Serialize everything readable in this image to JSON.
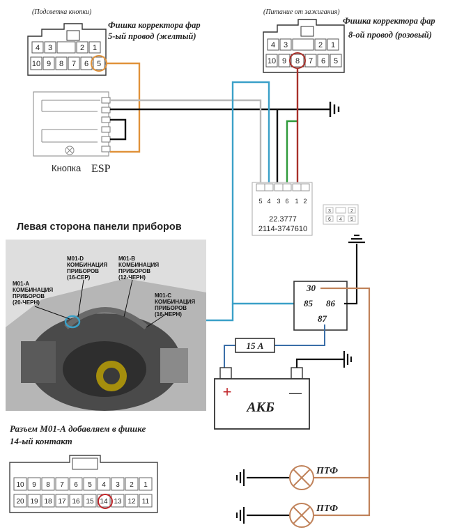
{
  "labels": {
    "button_backlight": "(Подсветка кнопки)",
    "corrector_left_title": "Фишка корректора фар",
    "corrector_left_wire": "5-ый провод (желтый)",
    "ignition_power": "(Питание от зажигания)",
    "corrector_right_title": "Фишка корректора фар",
    "corrector_right_wire": "8-ой провод (розовый)",
    "button_label": "Кнопка",
    "button_esp": "ESP",
    "relay_part_1": "22.3777",
    "relay_part_2": "2114-3747610",
    "panel_title": "Левая сторона панели приборов",
    "fuse": "15 А",
    "battery": "АКБ",
    "fog_lamp_1": "ПТФ",
    "fog_lamp_2": "ПТФ",
    "bottom_note_1": "Разъем М01-А добавляем в фишке",
    "bottom_note_2": "14-ый контакт"
  },
  "photo_callouts": [
    {
      "id": "m01a",
      "lines": [
        "М01-А",
        "КОМБИНАЦИЯ",
        "ПРИБОРОВ",
        "(20-ЧЕРН)"
      ]
    },
    {
      "id": "m01d",
      "lines": [
        "М01-D",
        "КОМБИНАЦИЯ",
        "ПРИБОРОВ",
        "(16-СЕР)"
      ]
    },
    {
      "id": "m01b",
      "lines": [
        "М01-В",
        "КОМБИНАЦИЯ",
        "ПРИБОРОВ",
        "(12-ЧЕРН)"
      ]
    },
    {
      "id": "m01c",
      "lines": [
        "М01-С",
        "КОМБИНАЦИЯ",
        "ПРИБОРОВ",
        "(16-ЧЕРН)"
      ]
    }
  ],
  "connector_left": {
    "top_row": [
      "4",
      "3",
      "",
      "2",
      "1"
    ],
    "bottom_row": [
      "10",
      "9",
      "8",
      "7",
      "6",
      "5"
    ]
  },
  "connector_right": {
    "top_row": [
      "4",
      "3",
      "",
      "2",
      "1"
    ],
    "bottom_row": [
      "10",
      "9",
      "8",
      "7",
      "6",
      "5"
    ]
  },
  "relay_pins": [
    "5",
    "4",
    "3",
    "6",
    "1",
    "2"
  ],
  "relay_small": {
    "top_row": [
      "3",
      "",
      "2"
    ],
    "bottom_row": [
      "6",
      "4",
      "5"
    ]
  },
  "relay_box_pins": {
    "p30": "30",
    "p85": "85",
    "p86": "86",
    "p87": "87"
  },
  "battery_signs": {
    "plus": "+",
    "minus": "—"
  },
  "bottom_connector": {
    "top_row": [
      "10",
      "9",
      "8",
      "7",
      "6",
      "5",
      "4",
      "3",
      "2",
      "1"
    ],
    "bottom_row": [
      "20",
      "19",
      "18",
      "17",
      "16",
      "15",
      "14",
      "13",
      "12",
      "11"
    ],
    "highlight": "14"
  },
  "colors": {
    "orange": "#e0923a",
    "blue": "#3aa0c8",
    "red": "#a8302a",
    "green": "#2e9a3a",
    "grey": "#b8b8b8",
    "brown": "#c0825a",
    "black": "#111111"
  }
}
